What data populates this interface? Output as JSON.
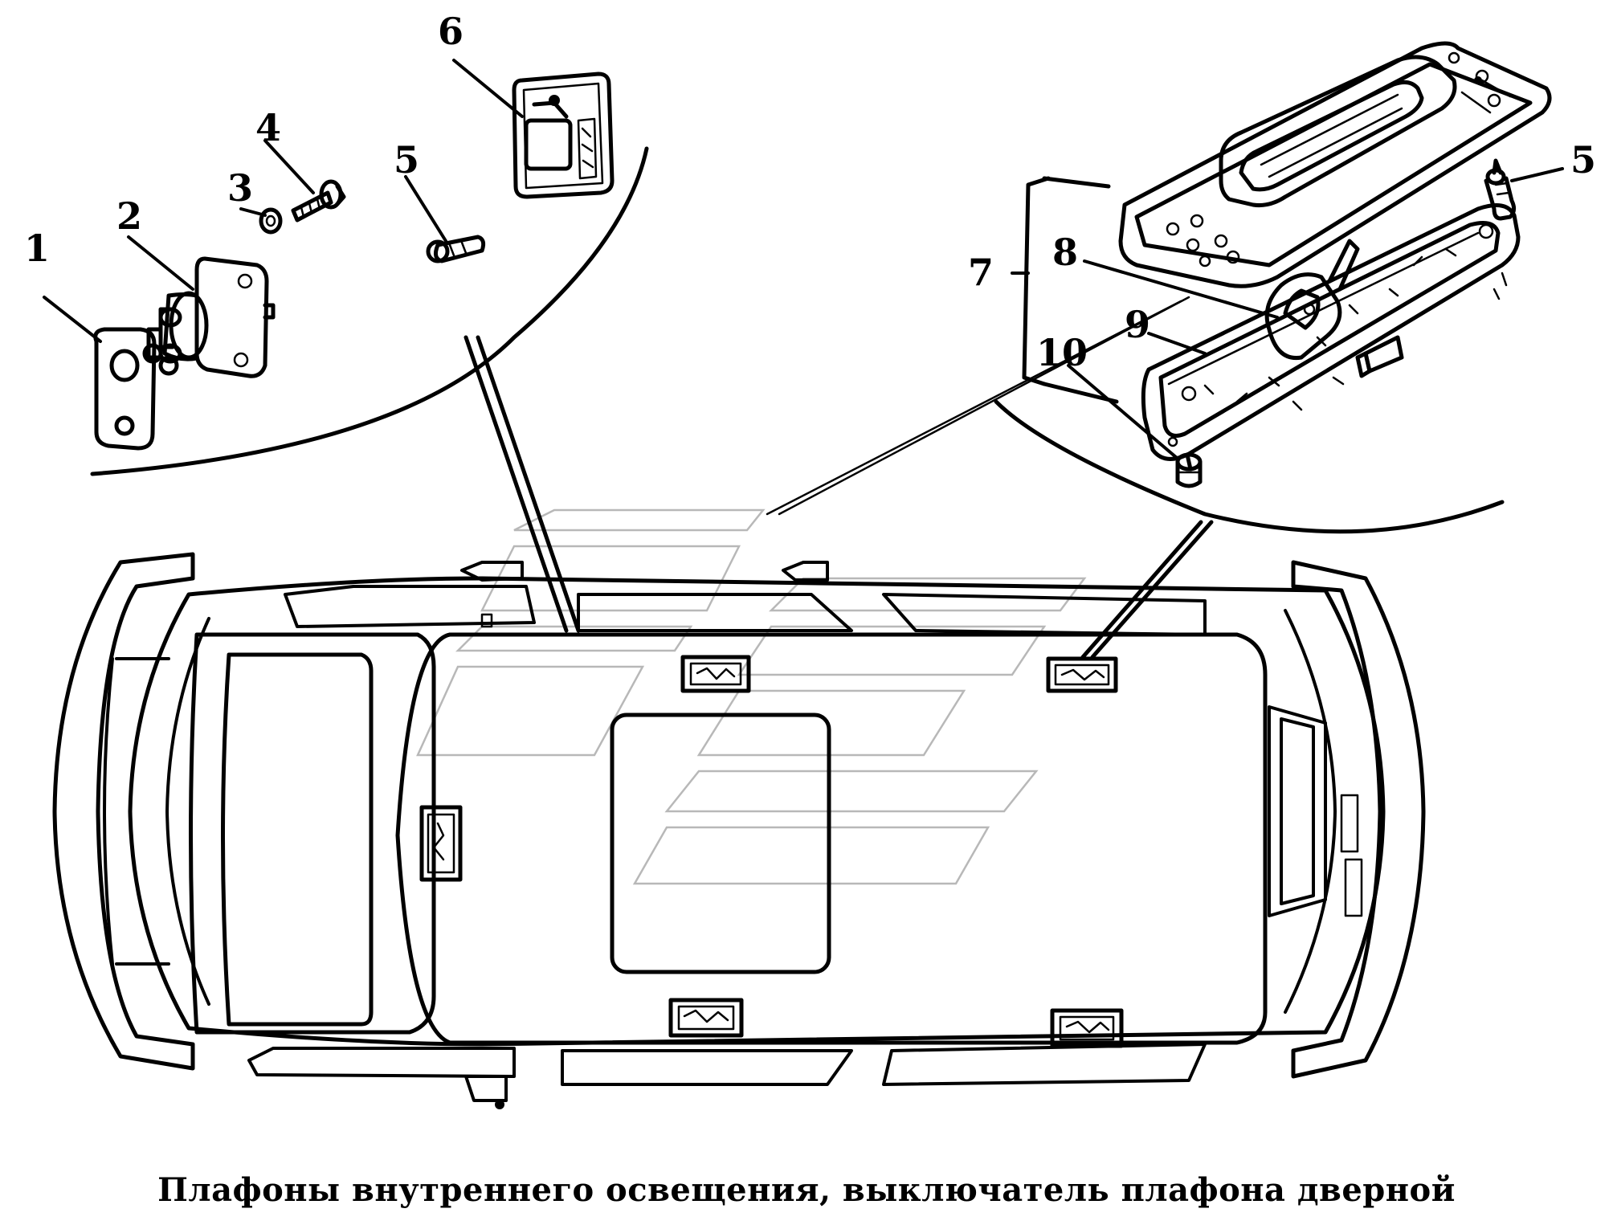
{
  "caption": "Плафоны внутреннего освещения, выключатель плафона дверной",
  "callouts": {
    "c1": "1",
    "c2": "2",
    "c3": "3",
    "c4": "4",
    "c5a": "5",
    "c6": "6",
    "c5b": "5",
    "c7": "7",
    "c8": "8",
    "c9": "9",
    "c10": "10"
  }
}
